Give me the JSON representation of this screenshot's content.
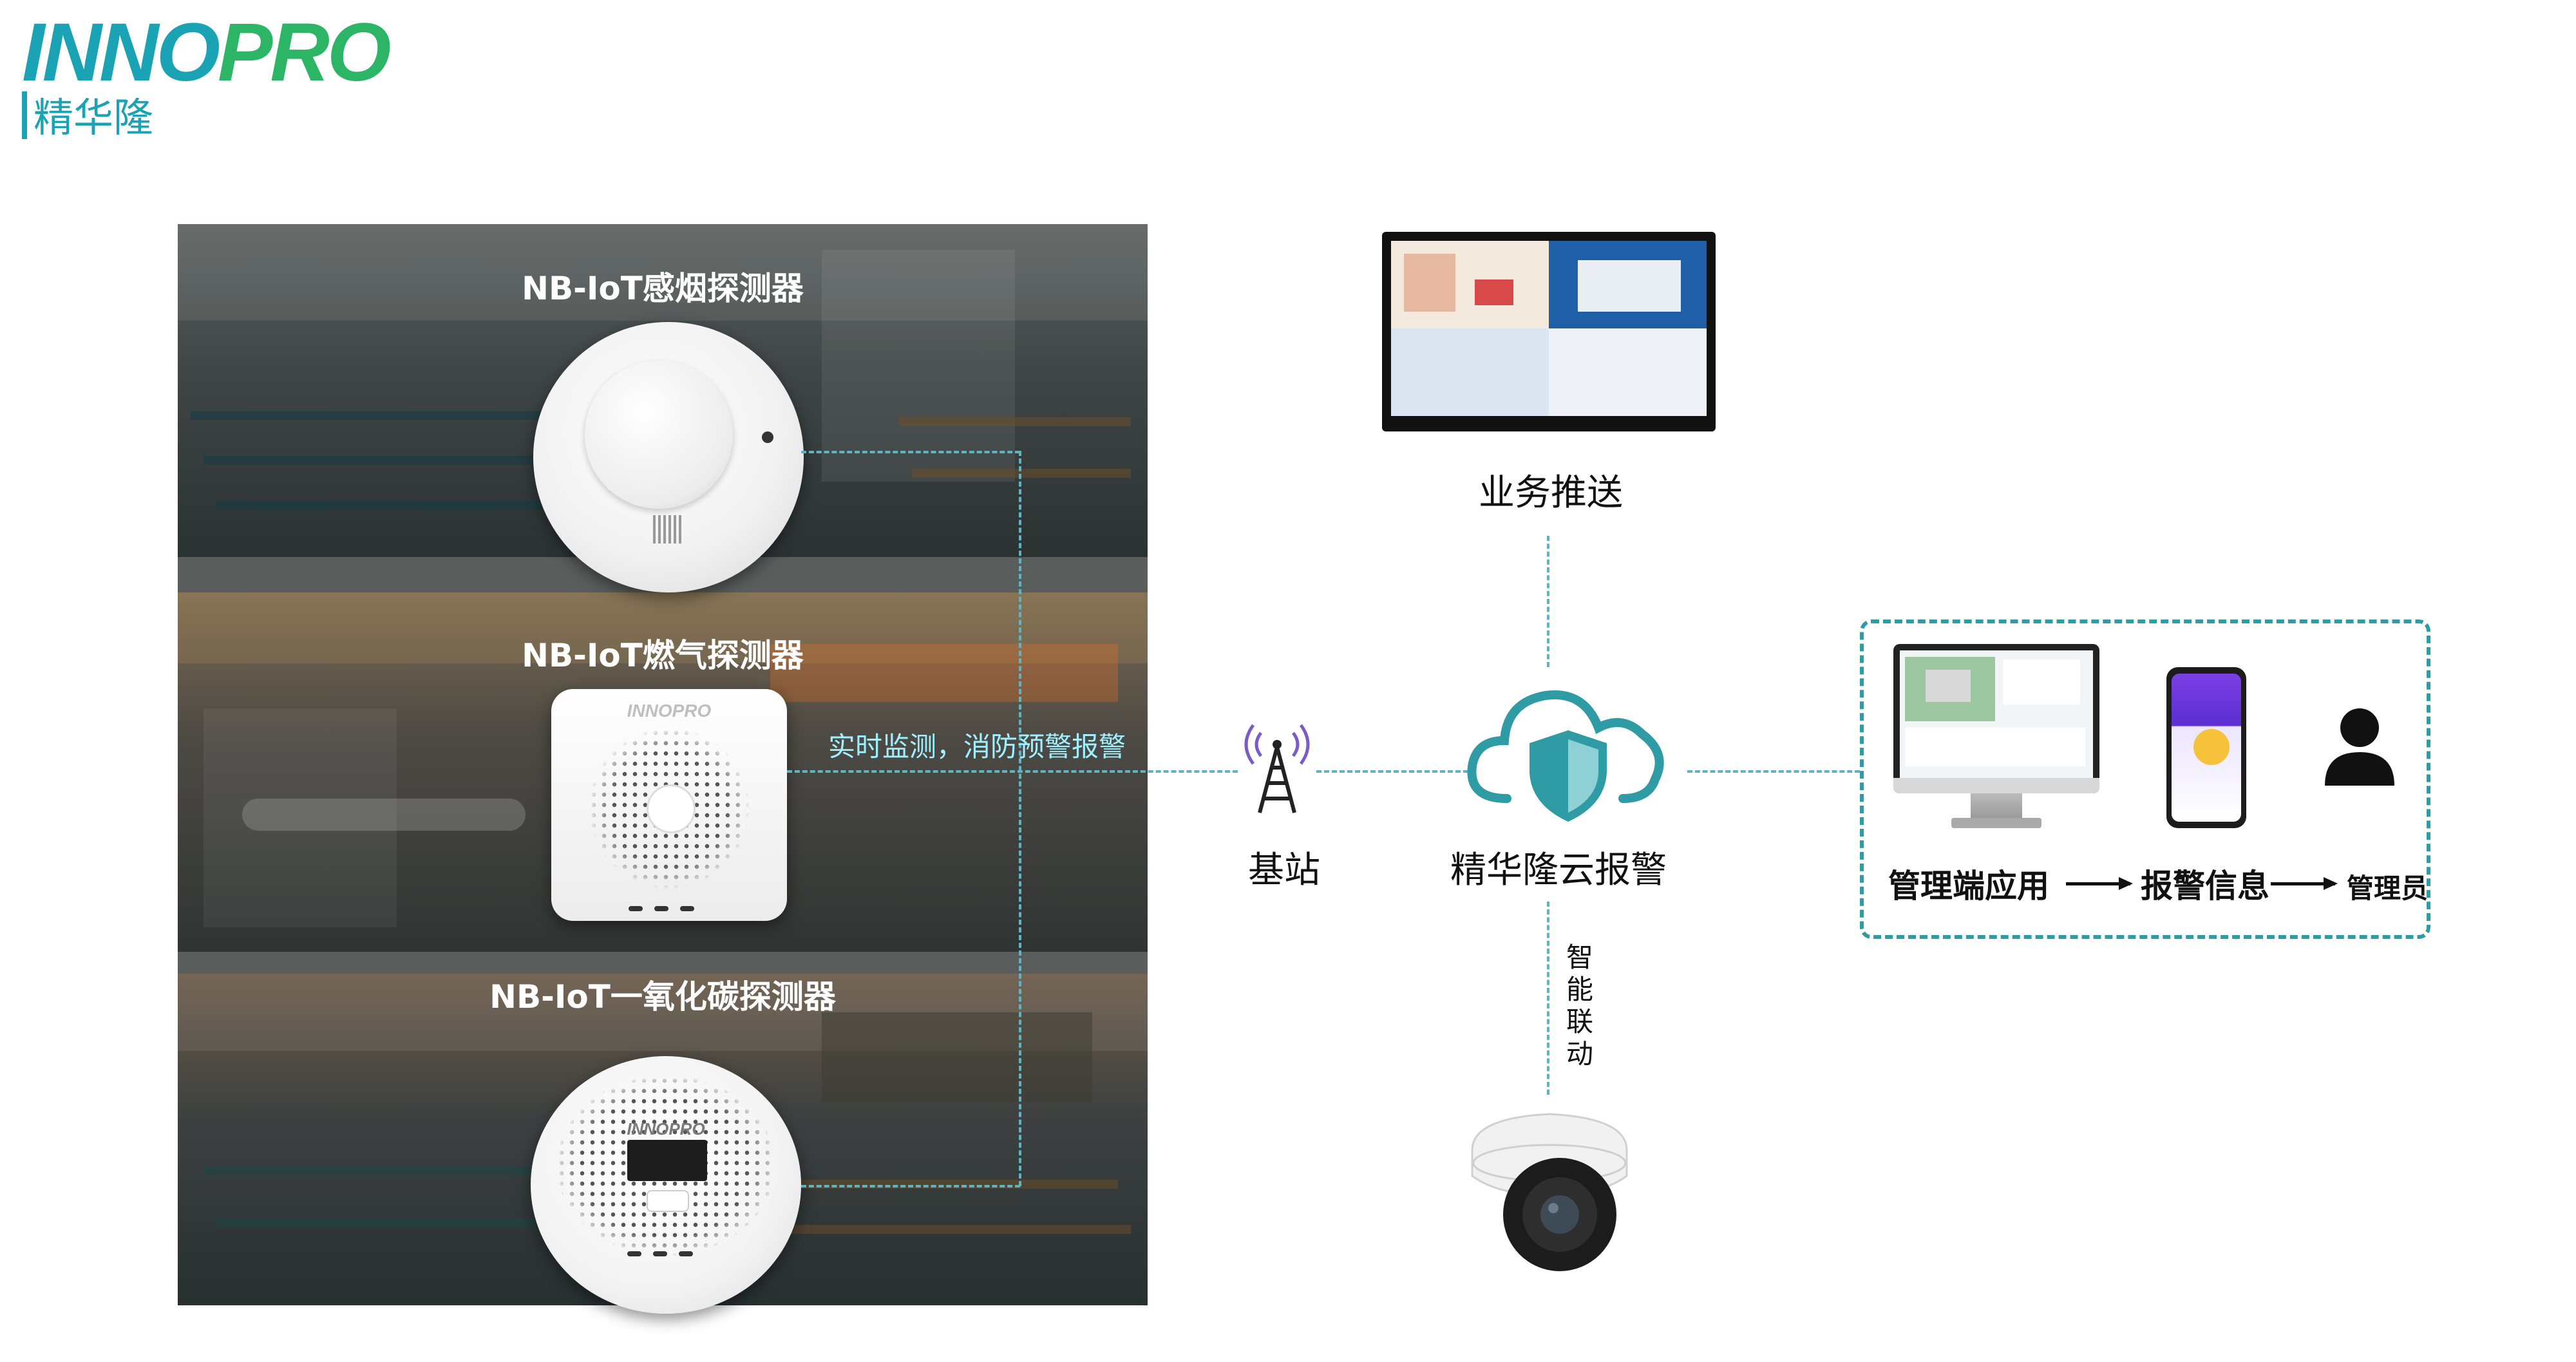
{
  "brand": {
    "logo_part1": "INNO",
    "logo_part2": "PRO",
    "subtitle": "精华隆"
  },
  "detectors": [
    {
      "title": "NB-IoT感烟探测器"
    },
    {
      "title": "NB-IoT燃气探测器",
      "device_logo": "INNOPRO"
    },
    {
      "title": "NB-IoT一氧化碳探测器",
      "device_logo": "INNOPRO"
    }
  ],
  "monitor_text": "实时监测，消防预警报警",
  "base_station": {
    "label": "基站"
  },
  "cloud": {
    "label": "精华隆云报警"
  },
  "push": {
    "label": "业务推送"
  },
  "linkage": {
    "label": [
      "智",
      "能",
      "联",
      "动"
    ]
  },
  "management": {
    "app_label": "管理端应用",
    "alarm_label": "报警信息",
    "admin_label": "管理员"
  },
  "colors": {
    "accent": "#1aa3b4",
    "brand_green": "#2db566",
    "dashed_line": "#5fb4c4",
    "frame_dashed": "#2f9ca5"
  }
}
